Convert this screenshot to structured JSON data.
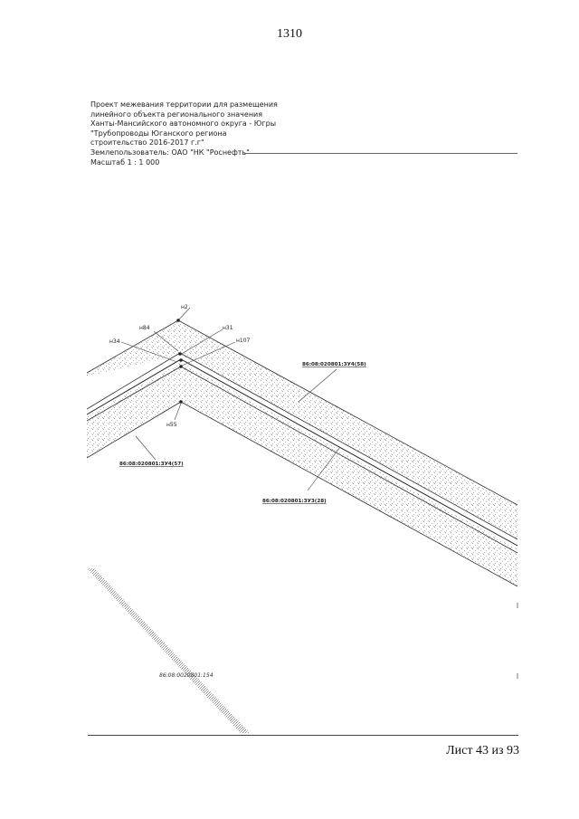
{
  "page_number": "1310",
  "header": {
    "lines": [
      "Проект межевания территории для размещения",
      "линейного объекта регионального значения",
      "Ханты-Мансийского автономного округа - Югры",
      "\"Трубопроводы Юганского региона",
      "строительство 2016-2017 г.г\"",
      "Землепользователь: ОАО \"НК \"Роснефть\"",
      "Масштаб 1 : 1 000"
    ]
  },
  "map": {
    "point_labels": [
      "н2",
      "н84",
      "н31",
      "н107",
      "н34",
      "н55"
    ],
    "parcel_labels": [
      "86:08:020801:ЗУ4(58)",
      "86:08:020801:ЗУ4(57)",
      "86:08:020801:ЗУ3(28)",
      "86:08:0020801:154"
    ]
  },
  "footer": {
    "sheet": "Лист 43 из 93"
  }
}
